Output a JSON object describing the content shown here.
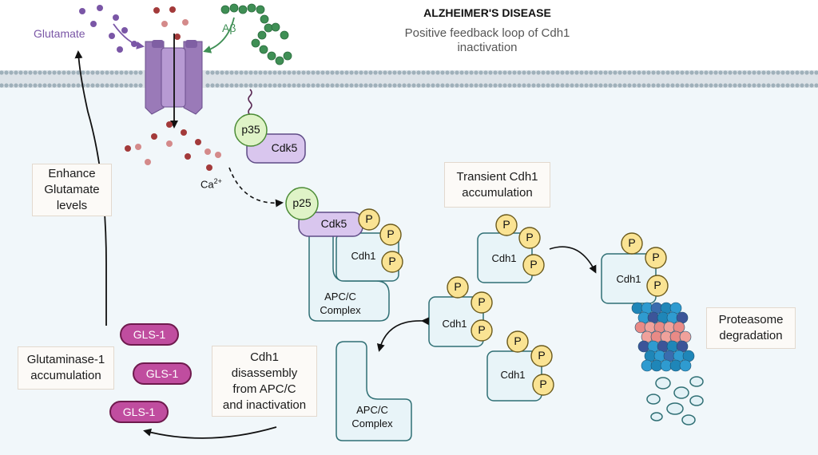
{
  "header": {
    "title": "ALZHEIMER'S DISEASE",
    "subtitle_line1": "Positive feedback loop of Cdh1",
    "subtitle_line2": "inactivation"
  },
  "labels": {
    "glutamate": "Glutamate",
    "abeta": "Aβ",
    "calcium_base": "Ca",
    "calcium_sup": "2+",
    "p35": "p35",
    "p25": "p25",
    "cdk5": "Cdk5",
    "cdh1": "Cdh1",
    "phospho": "P",
    "apcc_line1": "APC/C",
    "apcc_line2": "Complex",
    "gls1": "GLS-1"
  },
  "boxes": {
    "enhance": "Enhance\nGlutamate\nlevels",
    "transient": "Transient Cdh1\naccumulation",
    "glutaminase": "Glutaminase-1\naccumulation",
    "disassembly": "Cdh1\ndisassembly\nfrom APC/C\nand inactivation",
    "proteasome": "Proteasome\ndegradation"
  },
  "colors": {
    "glutamate": "#7a56a6",
    "abeta": "#3f8f55",
    "receptor": "#9a7ab8",
    "kinase": "#d9c6ee",
    "p_circle": "#fae393",
    "complex_fill": "#e8f4f8",
    "complex_stroke": "#2f6f74",
    "gls1": "#c04d9f",
    "membrane": "#a9b6bf",
    "cytoplasm": "#f1f7fa"
  }
}
